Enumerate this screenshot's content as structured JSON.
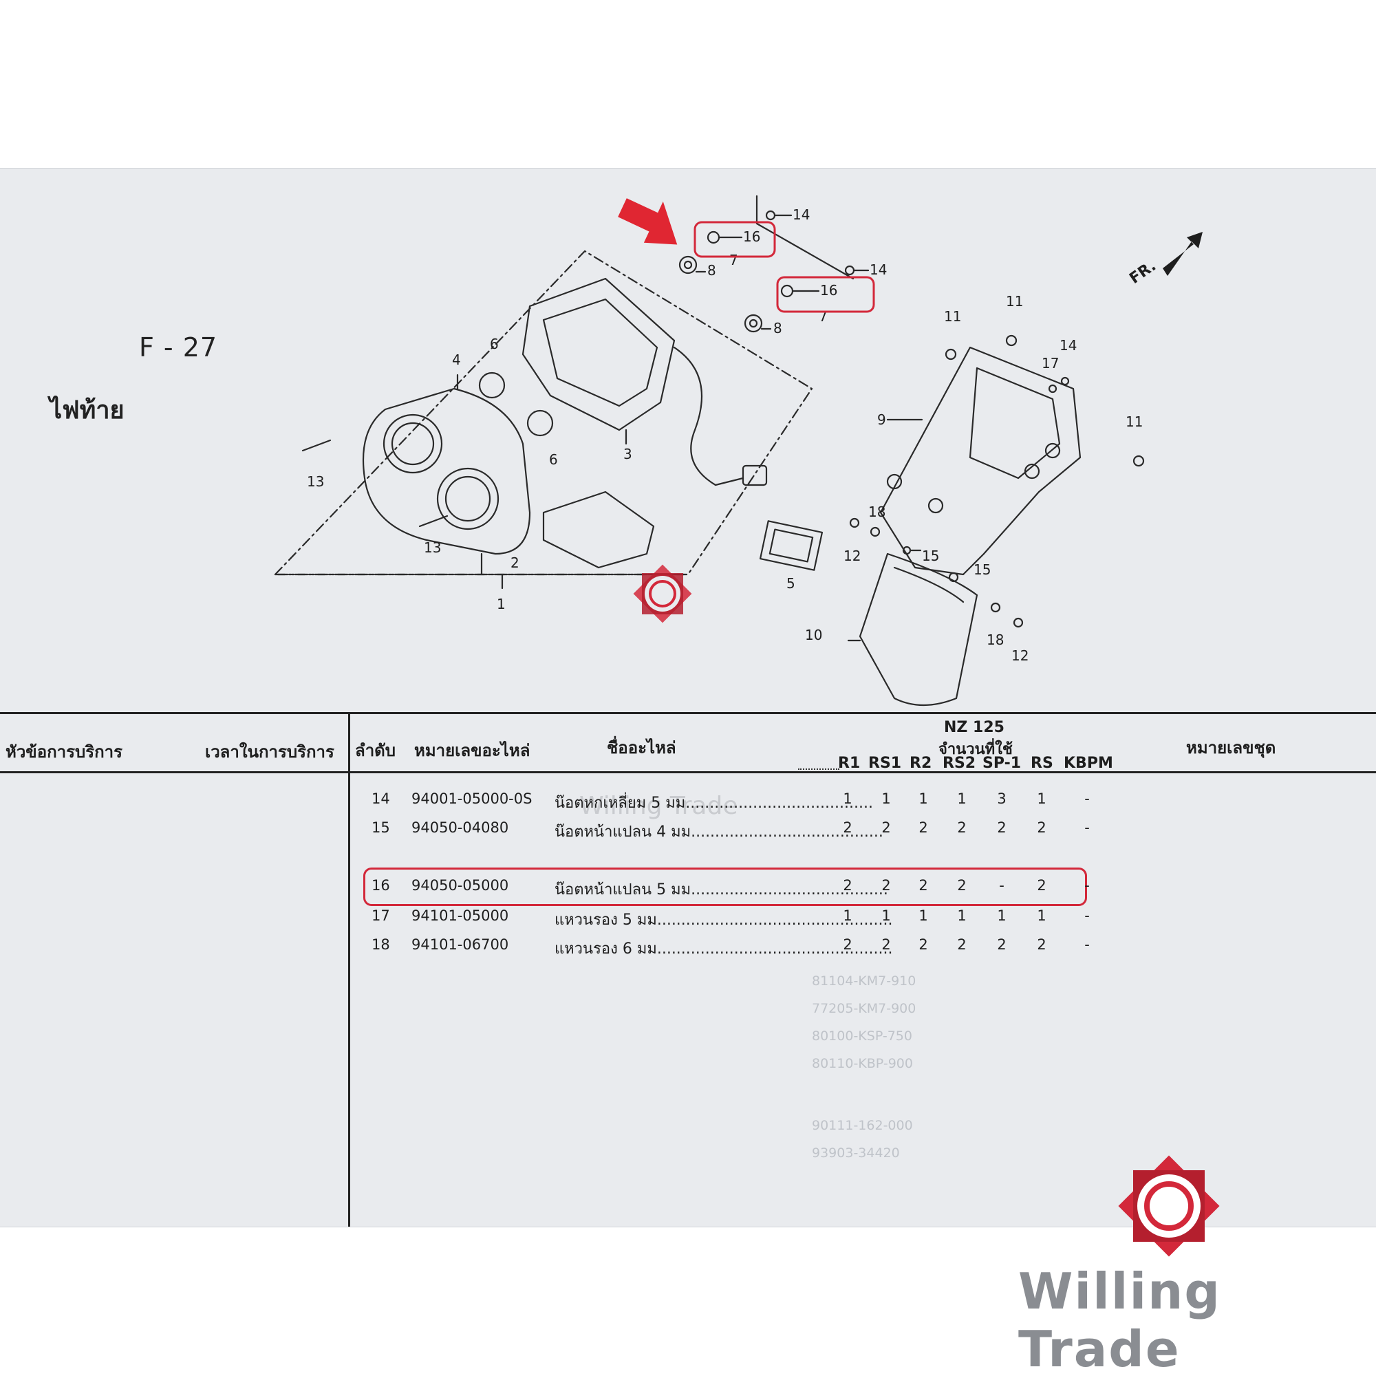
{
  "section": {
    "code": "F - 27",
    "name": "ไฟท้าย"
  },
  "diagram": {
    "direction_label": "FR.",
    "callouts": [
      "1",
      "2",
      "3",
      "4",
      "5",
      "6",
      "6",
      "7",
      "7",
      "8",
      "8",
      "9",
      "10",
      "11",
      "11",
      "11",
      "12",
      "12",
      "13",
      "13",
      "14",
      "14",
      "14",
      "15",
      "15",
      "16",
      "16",
      "17",
      "18",
      "18"
    ]
  },
  "table": {
    "headers": {
      "service_topic": "หัวข้อการบริการ",
      "service_time": "เวลาในการบริการ",
      "seq": "ลำดับ",
      "part_no": "หมายเลขอะไหล่",
      "part_name": "ชื่ออะไหล่",
      "model": "NZ 125",
      "qty_used": "จำนวนที่ใช้",
      "set_no": "หมายเลขชุด"
    },
    "variants": [
      "R1",
      "RS1",
      "R2",
      "RS2",
      "SP-1",
      "RS",
      "KBPM"
    ],
    "rows": [
      {
        "seq": "14",
        "part_no": "94001-05000-0S",
        "name": "น๊อตหกเหลี่ยม 5 มม.......................................",
        "qty": [
          "1",
          "1",
          "1",
          "1",
          "3",
          "1",
          "-"
        ]
      },
      {
        "seq": "15",
        "part_no": "94050-04080",
        "name": "น๊อตหน้าแปลน 4 มม........................................",
        "qty": [
          "2",
          "2",
          "2",
          "2",
          "2",
          "2",
          "-"
        ]
      },
      {
        "seq": "16",
        "part_no": "94050-05000",
        "name": "น๊อตหน้าแปลน 5 มม.........................................",
        "qty": [
          "2",
          "2",
          "2",
          "2",
          "-",
          "2",
          "-"
        ]
      },
      {
        "seq": "17",
        "part_no": "94101-05000",
        "name": "แหวนรอง 5 มม.................................................",
        "qty": [
          "1",
          "1",
          "1",
          "1",
          "1",
          "1",
          "-"
        ]
      },
      {
        "seq": "18",
        "part_no": "94101-06700",
        "name": "แหวนรอง 6 มม.................................................",
        "qty": [
          "2",
          "2",
          "2",
          "2",
          "2",
          "2",
          "-"
        ]
      }
    ]
  },
  "brand": {
    "name": "Willing Trade"
  },
  "colors": {
    "highlight": "#d3283a",
    "paper": "#e9ebee",
    "ink": "#1e1e1e"
  }
}
